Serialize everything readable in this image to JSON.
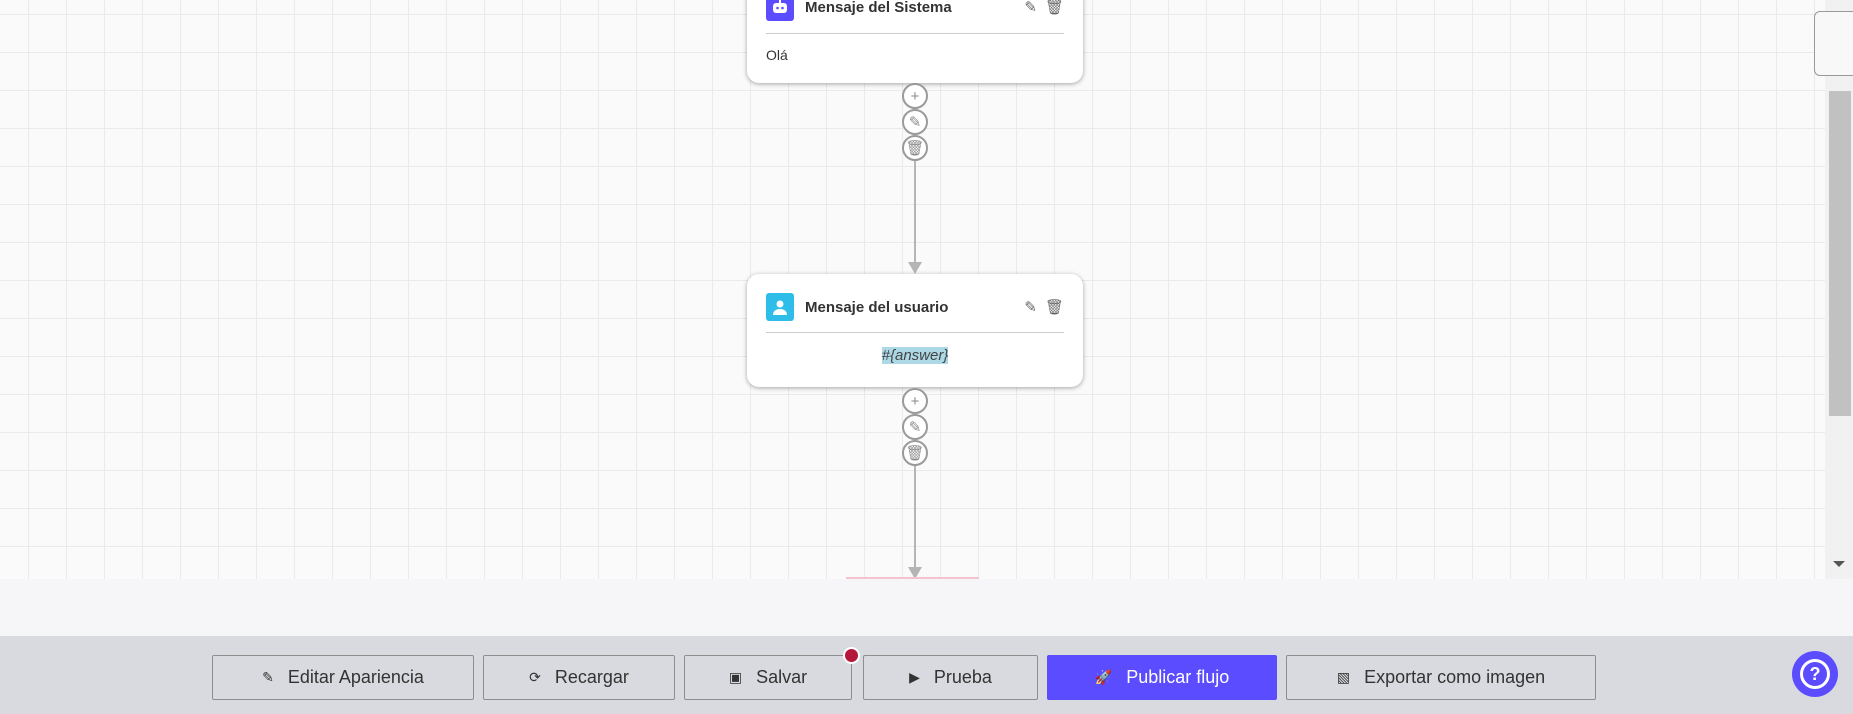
{
  "flow": {
    "nodes": [
      {
        "title": "Mensaje del Sistema",
        "content": "Olá",
        "icon": "robot-icon",
        "icon_color": "#5b4cff"
      },
      {
        "title": "Mensaje del usuario",
        "content": "#{answer}",
        "icon": "user-icon",
        "icon_color": "#2ebde8"
      }
    ]
  },
  "toolbar": {
    "buttons": [
      {
        "label": "Editar Apariencia",
        "icon": "edit-icon"
      },
      {
        "label": "Recargar",
        "icon": "refresh-icon"
      },
      {
        "label": "Salvar",
        "icon": "save-icon"
      },
      {
        "label": "Prueba",
        "icon": "play-icon"
      },
      {
        "label": "Publicar flujo",
        "icon": "rocket-icon"
      },
      {
        "label": "Exportar como imagen",
        "icon": "image-icon"
      }
    ],
    "help_icon": "help-icon",
    "accent": "#5b4cff",
    "unsaved_dot_color": "#b5173a"
  }
}
